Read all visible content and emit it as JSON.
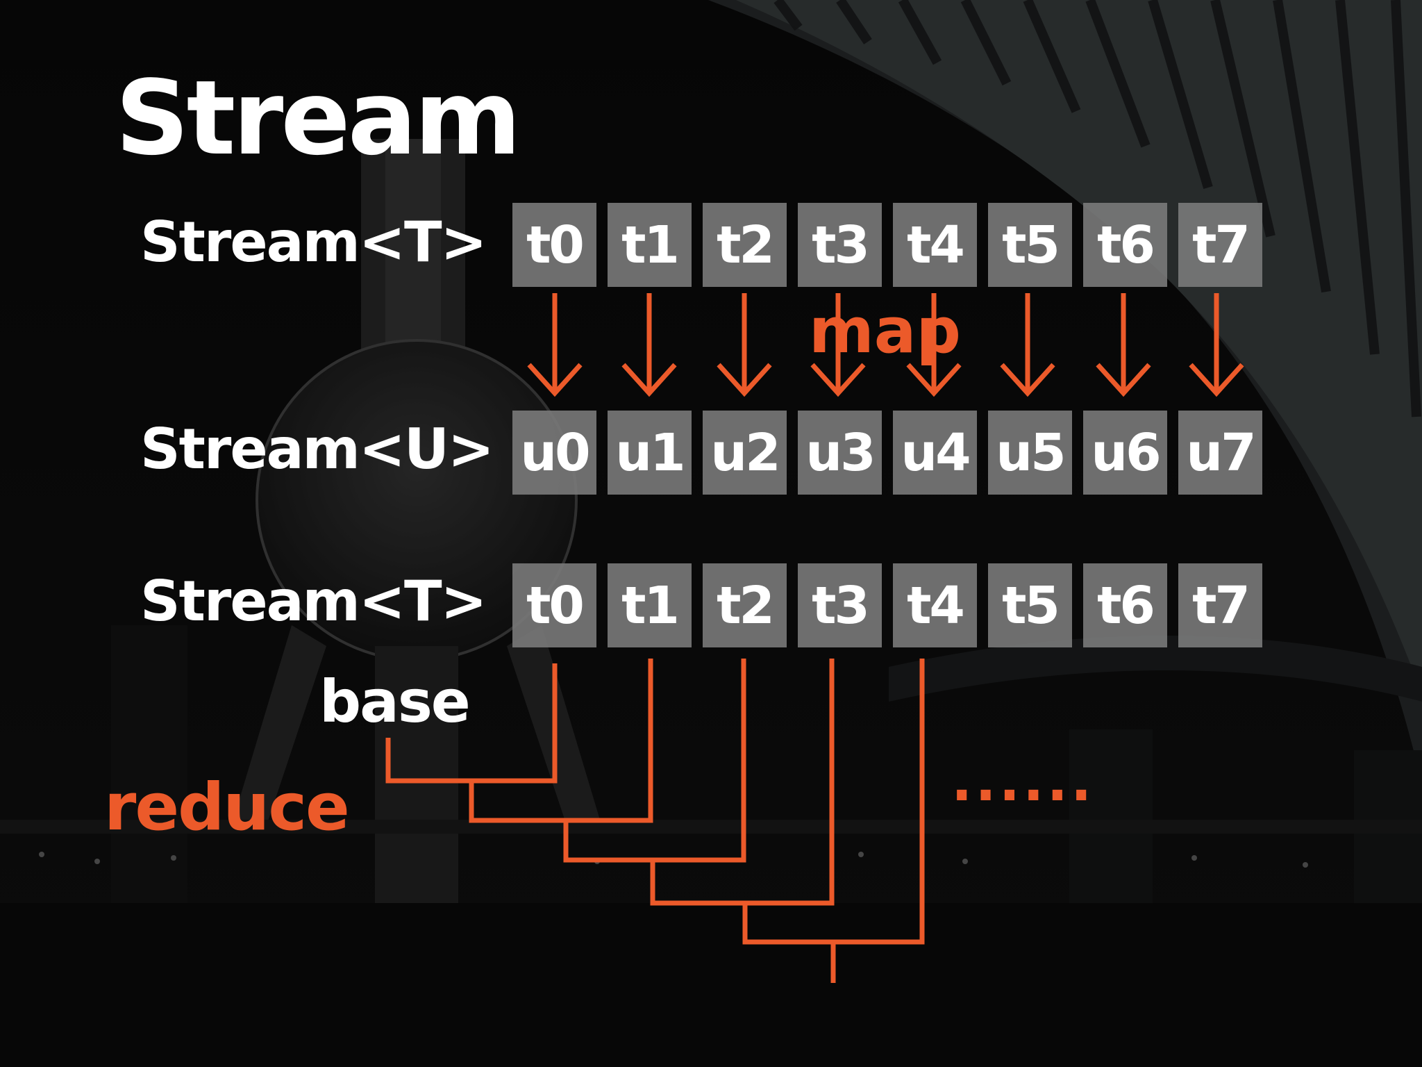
{
  "title": "Stream",
  "rows": [
    {
      "label": "Stream<T>",
      "cells": [
        "t0",
        "t1",
        "t2",
        "t3",
        "t4",
        "t5",
        "t6",
        "t7"
      ]
    },
    {
      "label": "Stream<U>",
      "cells": [
        "u0",
        "u1",
        "u2",
        "u3",
        "u4",
        "u5",
        "u6",
        "u7"
      ]
    },
    {
      "label": "Stream<T>",
      "cells": [
        "t0",
        "t1",
        "t2",
        "t3",
        "t4",
        "t5",
        "t6",
        "t7"
      ]
    }
  ],
  "map_label": "map",
  "base_label": "base",
  "reduce_label": "reduce",
  "ellipsis": "......",
  "colors": {
    "accent": "#ec5a2a",
    "cell": "#7a7a7a",
    "text": "#ffffff",
    "background": "#050505"
  }
}
